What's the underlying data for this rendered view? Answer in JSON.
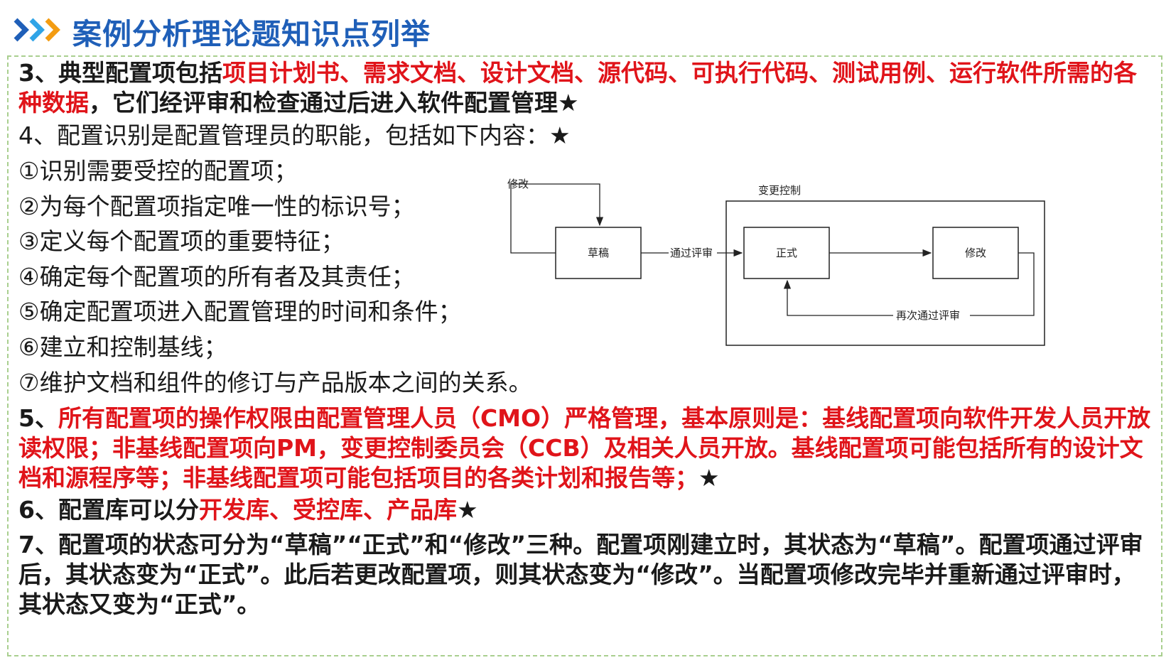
{
  "header": {
    "title": "案例分析理论题知识点列举",
    "colors": {
      "title": "#1f5fb8",
      "chevron_dark": "#1f5fb8",
      "chevron_light": "#2fa4e7",
      "chevron_orange": "#f39c12",
      "emphasis": "#e0141a",
      "frame": "#a9cf8f"
    }
  },
  "items": {
    "p3": {
      "prefix": "3、典型配置项包括",
      "red": "项目计划书、需求文档、设计文档、源代码、可执行代码、测试用例、运行软件所需的各种数据",
      "suffix": "，它们经评审和检查通过后进入软件配置管理★"
    },
    "p4": {
      "intro": "4、配置识别是配置管理员的职能，包括如下内容：★",
      "list": [
        "①识别需要受控的配置项；",
        "②为每个配置项指定唯一性的标识号；",
        "③定义每个配置项的重要特征；",
        "④确定每个配置项的所有者及其责任；",
        "⑤确定配置项进入配置管理的时间和条件；",
        "⑥建立和控制基线；",
        "⑦维护文档和组件的修订与产品版本之间的关系。"
      ]
    },
    "p5": {
      "prefix": "5、",
      "red": "所有配置项的操作权限由配置管理人员（CMO）严格管理，基本原则是：基线配置项向软件开发人员开放读权限；非基线配置项向PM，变更控制委员会（CCB）及相关人员开放。基线配置项可能包括所有的设计文档和源程序等；非基线配置项可能包括项目的各类计划和报告等；",
      "suffix": "★"
    },
    "p6": {
      "prefix": "6、配置库可以分",
      "red": "开发库、受控库、产品库",
      "suffix": "★"
    },
    "p7": {
      "text": "7、配置项的状态可分为“草稿”“正式”和“修改”三种。配置项刚建立时，其状态为“草稿”。配置项通过评审后，其状态变为“正式”。此后若更改配置项，则其状态变为“修改”。当配置项修改完毕并重新通过评审时，其状态又变为“正式”。"
    }
  },
  "diagram": {
    "draft": "草稿",
    "formal": "正式",
    "modify": "修改",
    "modify_loop": "修改",
    "review": "通过评审",
    "re_review": "再次通过评审",
    "change_control": "变更控制"
  }
}
